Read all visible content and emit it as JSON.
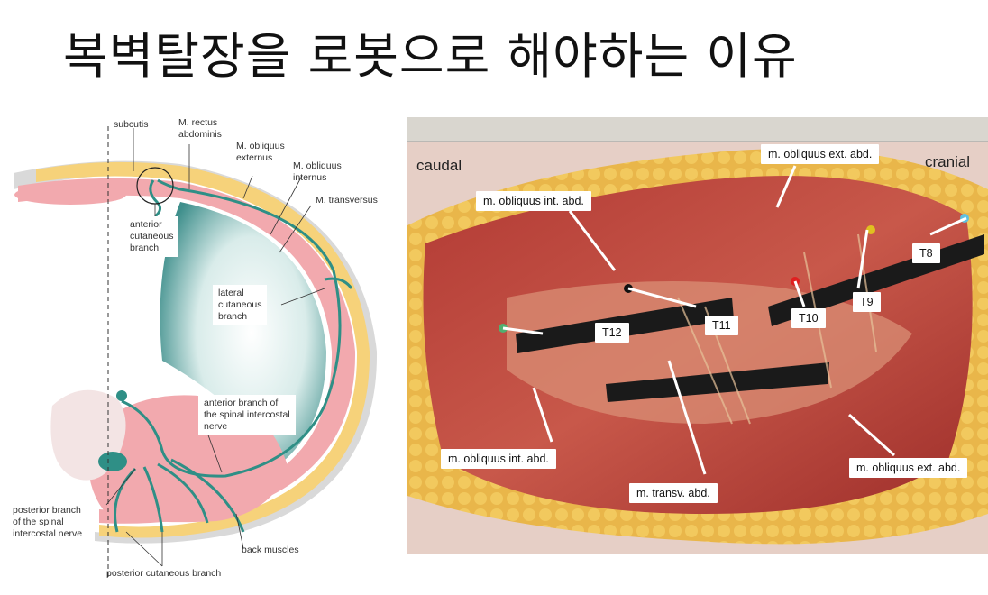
{
  "title": "복벽탈장을 로봇으로 해야하는 이유",
  "diagram": {
    "labels": {
      "subcutis": "subcutis",
      "rectus": "M. rectus\nabdominis",
      "obl_ext": "M. obliquus\nexternus",
      "obl_int": "M. obliquus\ninternus",
      "transversus": "M. transversus",
      "anterior_cutaneous": "anterior\ncutaneous\nbranch",
      "lateral_cutaneous": "lateral\ncutaneous\nbranch",
      "anterior_branch": "anterior branch of\nthe spinal intercostal\nnerve",
      "posterior_branch": "posterior branch\nof the spinal\nintercostal nerve",
      "back_muscles": "back muscles",
      "posterior_cutaneous": "posterior cutaneous branch"
    },
    "colors": {
      "muscle": "#f2a9ae",
      "fat": "#f6d27a",
      "nerve": "#2f8f86",
      "cavity": "#3f8f8c",
      "bone": "#f3e4e4"
    }
  },
  "photo": {
    "orientation": {
      "left": "caudal",
      "right": "cranial"
    },
    "labels": {
      "obl_ext_top": "m. obliquus ext. abd.",
      "obl_int_top": "m. obliquus int. abd.",
      "obl_int_bottom": "m. obliquus int. abd.",
      "transv": "m. transv. abd.",
      "obl_ext_bottom": "m. obliquus ext. abd."
    },
    "segments": {
      "t8": "T8",
      "t9": "T9",
      "t10": "T10",
      "t11": "T11",
      "t12": "T12"
    },
    "marker_colors": [
      "#111111",
      "#e02020",
      "#e0c020",
      "#5fc0e0",
      "#50b070"
    ]
  }
}
